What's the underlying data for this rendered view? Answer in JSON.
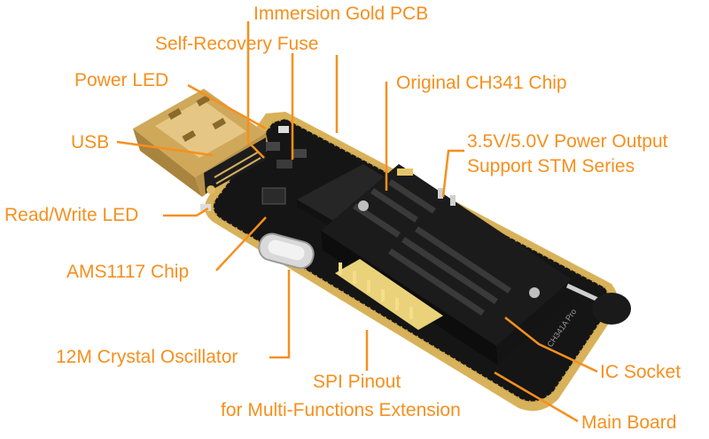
{
  "accent_color": "#f5901e",
  "labels": {
    "immersion_gold_pcb": "Immersion Gold PCB",
    "self_recovery_fuse": "Self-Recovery Fuse",
    "power_led": "Power LED",
    "original_ch341_chip": "Original CH341 Chip",
    "usb": "USB",
    "power_output_line1": "3.5V/5.0V Power Output",
    "power_output_line2": "Support STM Series",
    "read_write_led": "Read/Write LED",
    "ams1117_chip": "AMS1117 Chip",
    "crystal_oscillator": "12M Crystal Oscillator",
    "spi_pinout_line1": "SPI Pinout",
    "spi_pinout_line2": "for Multi-Functions Extension",
    "ic_socket": "IC Socket",
    "main_board": "Main Board"
  },
  "board_markings": {
    "model": "CH341A Pro"
  }
}
